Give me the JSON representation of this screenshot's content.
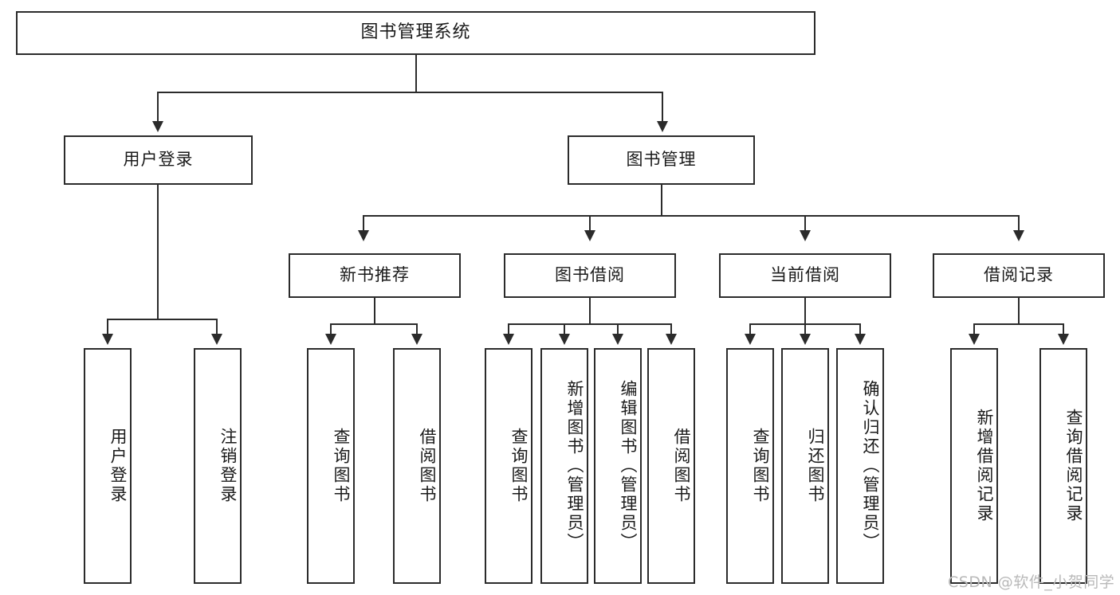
{
  "diagram": {
    "title": "图书管理系统",
    "type": "hierarchy-tree",
    "levels": 4,
    "root": {
      "id": "root",
      "label": "图书管理系统"
    },
    "level2": [
      {
        "id": "user-login",
        "label": "用户登录"
      },
      {
        "id": "book-manage",
        "label": "图书管理"
      }
    ],
    "level3": [
      {
        "id": "new-book-rec",
        "label": "新书推荐",
        "parent": "book-manage"
      },
      {
        "id": "book-borrow",
        "label": "图书借阅",
        "parent": "book-manage"
      },
      {
        "id": "current-borrow",
        "label": "当前借阅",
        "parent": "book-manage"
      },
      {
        "id": "borrow-record",
        "label": "借阅记录",
        "parent": "book-manage"
      }
    ],
    "leaves": {
      "user-login": [
        {
          "id": "leaf-user-login",
          "label": "用户登录"
        },
        {
          "id": "leaf-user-logout",
          "label": "注销登录"
        }
      ],
      "new-book-rec": [
        {
          "id": "leaf-query-book-1",
          "label": "查询图书"
        },
        {
          "id": "leaf-borrow-book-1",
          "label": "借阅图书"
        }
      ],
      "book-borrow": [
        {
          "id": "leaf-query-book-2",
          "label": "查询图书"
        },
        {
          "id": "leaf-add-book",
          "label": "新增图书（管理员）"
        },
        {
          "id": "leaf-edit-book",
          "label": "编辑图书（管理员）"
        },
        {
          "id": "leaf-borrow-book-2",
          "label": "借阅图书"
        }
      ],
      "current-borrow": [
        {
          "id": "leaf-query-book-3",
          "label": "查询图书"
        },
        {
          "id": "leaf-return-book",
          "label": "归还图书"
        },
        {
          "id": "leaf-confirm-return",
          "label": "确认归还（管理员）"
        }
      ],
      "borrow-record": [
        {
          "id": "leaf-add-record",
          "label": "新增借阅记录"
        },
        {
          "id": "leaf-query-record",
          "label": "查询借阅记录"
        }
      ]
    }
  },
  "watermark": {
    "text": "CSDN @软件_小贺同学"
  },
  "colors": {
    "stroke": "#2b2b2b",
    "fill": "#ffffff",
    "text": "#1a1a1a",
    "watermark": "#b9b9b9"
  }
}
